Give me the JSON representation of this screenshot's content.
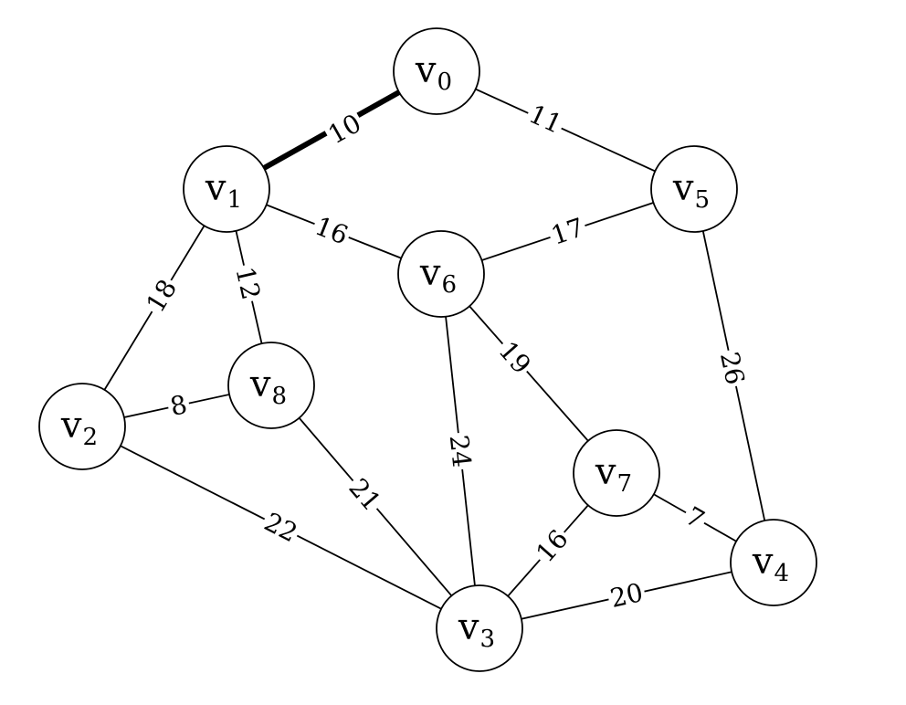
{
  "graph": {
    "nodes": [
      {
        "id": "v0",
        "letter": "v",
        "sub": "0"
      },
      {
        "id": "v1",
        "letter": "v",
        "sub": "1"
      },
      {
        "id": "v2",
        "letter": "v",
        "sub": "2"
      },
      {
        "id": "v3",
        "letter": "v",
        "sub": "3"
      },
      {
        "id": "v4",
        "letter": "v",
        "sub": "4"
      },
      {
        "id": "v5",
        "letter": "v",
        "sub": "5"
      },
      {
        "id": "v6",
        "letter": "v",
        "sub": "6"
      },
      {
        "id": "v7",
        "letter": "v",
        "sub": "7"
      },
      {
        "id": "v8",
        "letter": "v",
        "sub": "8"
      }
    ],
    "edges": [
      {
        "id": "e-v0-v1",
        "from": "v0",
        "to": "v1",
        "weight": "10",
        "highlighted": true
      },
      {
        "id": "e-v0-v5",
        "from": "v0",
        "to": "v5",
        "weight": "11",
        "highlighted": false
      },
      {
        "id": "e-v1-v6",
        "from": "v1",
        "to": "v6",
        "weight": "16",
        "highlighted": false
      },
      {
        "id": "e-v5-v6",
        "from": "v5",
        "to": "v6",
        "weight": "17",
        "highlighted": false
      },
      {
        "id": "e-v1-v2",
        "from": "v1",
        "to": "v2",
        "weight": "18",
        "highlighted": false
      },
      {
        "id": "e-v1-v8",
        "from": "v1",
        "to": "v8",
        "weight": "12",
        "highlighted": false
      },
      {
        "id": "e-v2-v8",
        "from": "v2",
        "to": "v8",
        "weight": "8",
        "highlighted": false
      },
      {
        "id": "e-v6-v7",
        "from": "v6",
        "to": "v7",
        "weight": "19",
        "highlighted": false
      },
      {
        "id": "e-v6-v3",
        "from": "v6",
        "to": "v3",
        "weight": "24",
        "highlighted": false
      },
      {
        "id": "e-v5-v4",
        "from": "v5",
        "to": "v4",
        "weight": "26",
        "highlighted": false
      },
      {
        "id": "e-v8-v3",
        "from": "v8",
        "to": "v3",
        "weight": "21",
        "highlighted": false
      },
      {
        "id": "e-v2-v3",
        "from": "v2",
        "to": "v3",
        "weight": "22",
        "highlighted": false
      },
      {
        "id": "e-v7-v4",
        "from": "v7",
        "to": "v4",
        "weight": "7",
        "highlighted": false
      },
      {
        "id": "e-v7-v3",
        "from": "v7",
        "to": "v3",
        "weight": "16",
        "highlighted": false
      },
      {
        "id": "e-v3-v4",
        "from": "v3",
        "to": "v4",
        "weight": "20",
        "highlighted": false
      }
    ]
  }
}
